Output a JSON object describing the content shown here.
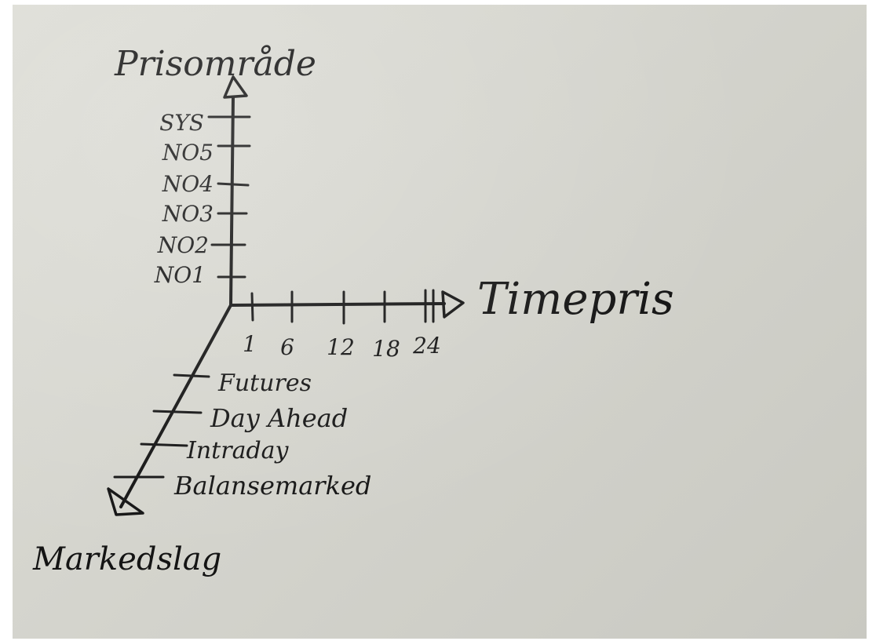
{
  "diagram": {
    "y_axis": {
      "title": "Prisområde",
      "ticks": [
        "NO1",
        "NO2",
        "NO3",
        "NO4",
        "NO5",
        "SYS"
      ]
    },
    "x_axis": {
      "title": "Timepris",
      "ticks": [
        "1",
        "6",
        "12",
        "18",
        "24"
      ]
    },
    "z_axis": {
      "title": "Markedslag",
      "ticks": [
        "Futures",
        "Day Ahead",
        "Intraday",
        "Balansemarked"
      ]
    }
  },
  "colors": {
    "ink": "#141414",
    "paper": "#d6d6cf"
  }
}
